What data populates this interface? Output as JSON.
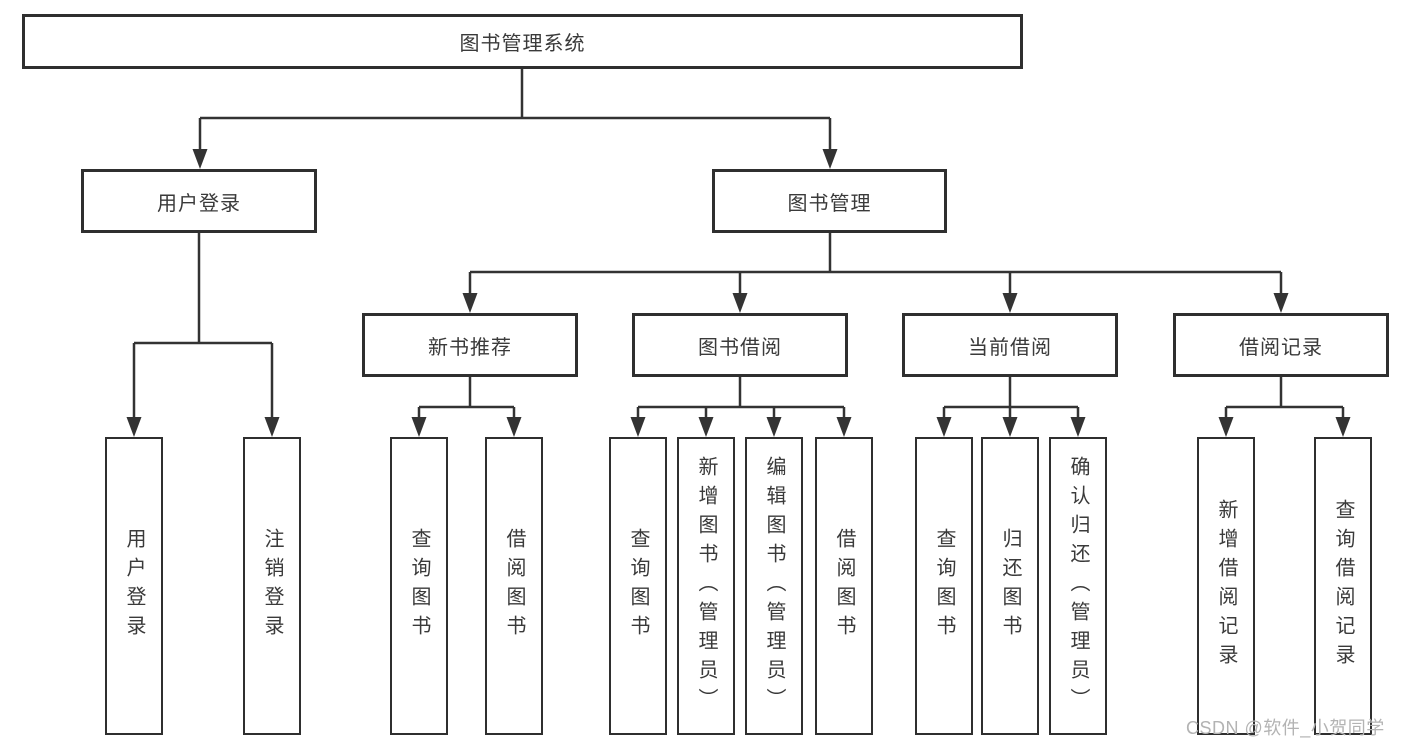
{
  "diagram": {
    "root": {
      "label": "图书管理系统"
    },
    "level2": {
      "user_login": {
        "label": "用户登录"
      },
      "book_mgmt": {
        "label": "图书管理"
      }
    },
    "level3": {
      "new_book_rec": {
        "label": "新书推荐"
      },
      "book_borrow": {
        "label": "图书借阅"
      },
      "current_borrow": {
        "label": "当前借阅"
      },
      "borrow_record": {
        "label": "借阅记录"
      }
    },
    "leaves": {
      "user_login": [
        "用户登录",
        "注销登录"
      ],
      "new_book_rec": [
        "查询图书",
        "借阅图书"
      ],
      "book_borrow": [
        "查询图书",
        "新增图书（管理员）",
        "编辑图书（管理员）",
        "借阅图书"
      ],
      "current_borrow": [
        "查询图书",
        "归还图书",
        "确认归还（管理员）"
      ],
      "borrow_record": [
        "新增借阅记录",
        "查询借阅记录"
      ]
    },
    "watermark": "CSDN @软件_小贺同学"
  },
  "colors": {
    "line": "#333333",
    "box_border": "#2f2f2f",
    "text": "#3a3a3a",
    "watermark": "#b3b3b3",
    "background": "#ffffff"
  }
}
